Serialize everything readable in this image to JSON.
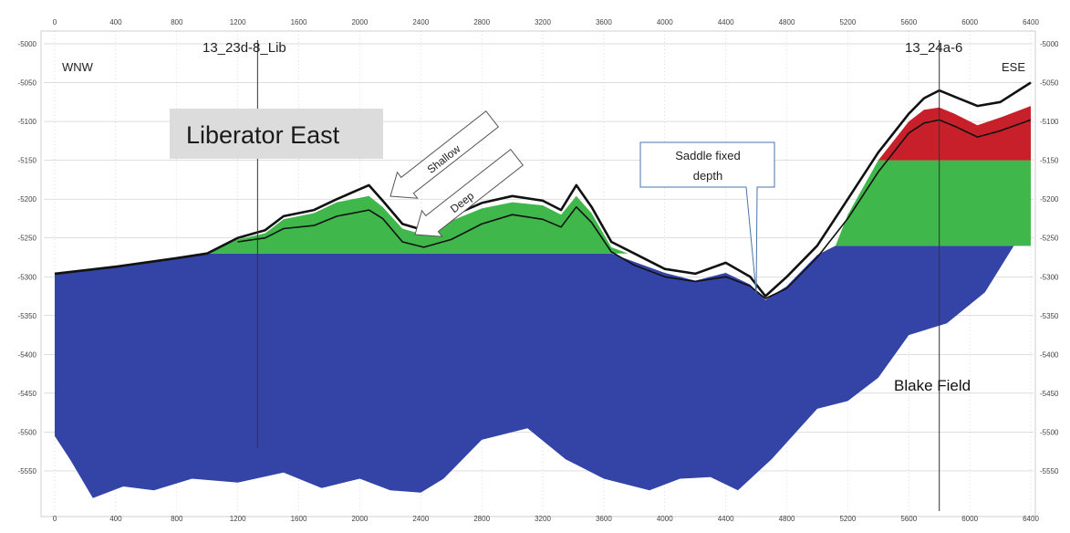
{
  "colors": {
    "background": "#ffffff",
    "frame": "#d9d9d9",
    "grid": "#bdbdbd",
    "basement": "#3343a6",
    "gas_zone": "#3fb74a",
    "oil_zone": "#c8202a",
    "horizon": "#111111",
    "label_box": "#dcdcdc",
    "callout_border": "#4a73a8"
  },
  "axes": {
    "x_ticks": [
      "0",
      "400",
      "800",
      "1200",
      "1600",
      "2000",
      "2400",
      "2800",
      "3200",
      "3600",
      "4000",
      "4400",
      "4800",
      "5200",
      "5600",
      "6000",
      "6400"
    ],
    "y_ticks": [
      "-5000",
      "-5050",
      "-5100",
      "-5150",
      "-5200",
      "-5250",
      "-5300",
      "-5350",
      "-5400",
      "-5450",
      "-5500",
      "-5550"
    ],
    "x_range": [
      0,
      6400
    ],
    "y_range": [
      -5000,
      -5590
    ],
    "grid": true
  },
  "directions": {
    "left": "WNW",
    "right": "ESE"
  },
  "wells": [
    {
      "name": "13_23d-8_Lib",
      "x": 1330
    },
    {
      "name": "13_24a-6",
      "x": 5800
    }
  ],
  "labels": {
    "field_left": "Liberator East",
    "field_right": "Blake Field",
    "shallow": "Shallow",
    "deep": "Deep",
    "saddle_line1": "Saddle fixed",
    "saddle_line2": "depth"
  },
  "profiles": {
    "top_surface": [
      [
        0,
        -5296
      ],
      [
        400,
        -5287
      ],
      [
        800,
        -5276
      ],
      [
        1000,
        -5270
      ],
      [
        1200,
        -5250
      ],
      [
        1380,
        -5240
      ],
      [
        1500,
        -5222
      ],
      [
        1700,
        -5214
      ],
      [
        1850,
        -5200
      ],
      [
        2060,
        -5182
      ],
      [
        2150,
        -5202
      ],
      [
        2280,
        -5232
      ],
      [
        2420,
        -5240
      ],
      [
        2600,
        -5222
      ],
      [
        2800,
        -5205
      ],
      [
        3000,
        -5196
      ],
      [
        3200,
        -5202
      ],
      [
        3320,
        -5214
      ],
      [
        3420,
        -5182
      ],
      [
        3520,
        -5210
      ],
      [
        3650,
        -5255
      ],
      [
        3800,
        -5270
      ],
      [
        4000,
        -5290
      ],
      [
        4200,
        -5296
      ],
      [
        4400,
        -5282
      ],
      [
        4560,
        -5300
      ],
      [
        4660,
        -5325
      ],
      [
        4800,
        -5300
      ],
      [
        5000,
        -5260
      ],
      [
        5200,
        -5200
      ],
      [
        5400,
        -5140
      ],
      [
        5600,
        -5090
      ],
      [
        5700,
        -5070
      ],
      [
        5800,
        -5060
      ],
      [
        5900,
        -5068
      ],
      [
        6050,
        -5080
      ],
      [
        6200,
        -5075
      ],
      [
        6400,
        -5050
      ]
    ],
    "deep_horizon": [
      [
        1200,
        -5255
      ],
      [
        1380,
        -5250
      ],
      [
        1500,
        -5238
      ],
      [
        1700,
        -5234
      ],
      [
        1850,
        -5222
      ],
      [
        2060,
        -5214
      ],
      [
        2150,
        -5225
      ],
      [
        2280,
        -5255
      ],
      [
        2420,
        -5262
      ],
      [
        2600,
        -5252
      ],
      [
        2800,
        -5232
      ],
      [
        3000,
        -5220
      ],
      [
        3200,
        -5226
      ],
      [
        3320,
        -5236
      ],
      [
        3420,
        -5210
      ],
      [
        3520,
        -5230
      ],
      [
        3650,
        -5268
      ],
      [
        3800,
        -5285
      ],
      [
        4000,
        -5300
      ],
      [
        4200,
        -5306
      ],
      [
        4400,
        -5300
      ],
      [
        4560,
        -5312
      ],
      [
        4660,
        -5328
      ],
      [
        4800,
        -5315
      ],
      [
        5000,
        -5275
      ],
      [
        5200,
        -5225
      ],
      [
        5400,
        -5165
      ],
      [
        5600,
        -5115
      ],
      [
        5700,
        -5102
      ],
      [
        5800,
        -5098
      ],
      [
        5900,
        -5106
      ],
      [
        6050,
        -5120
      ],
      [
        6200,
        -5112
      ],
      [
        6400,
        -5098
      ]
    ],
    "basement_bottom": [
      [
        0,
        -5505
      ],
      [
        100,
        -5535
      ],
      [
        250,
        -5585
      ],
      [
        450,
        -5570
      ],
      [
        650,
        -5575
      ],
      [
        900,
        -5560
      ],
      [
        1200,
        -5565
      ],
      [
        1500,
        -5552
      ],
      [
        1750,
        -5572
      ],
      [
        2000,
        -5560
      ],
      [
        2200,
        -5575
      ],
      [
        2400,
        -5578
      ],
      [
        2550,
        -5560
      ],
      [
        2800,
        -5510
      ],
      [
        3100,
        -5495
      ],
      [
        3350,
        -5535
      ],
      [
        3600,
        -5560
      ],
      [
        3900,
        -5575
      ],
      [
        4100,
        -5560
      ],
      [
        4300,
        -5558
      ],
      [
        4480,
        -5575
      ],
      [
        4700,
        -5535
      ],
      [
        5000,
        -5470
      ],
      [
        5200,
        -5460
      ],
      [
        5400,
        -5430
      ],
      [
        5600,
        -5375
      ],
      [
        5850,
        -5360
      ],
      [
        6100,
        -5320
      ],
      [
        6400,
        -5225
      ]
    ],
    "basement_top_east": [
      [
        3650,
        -5270
      ],
      [
        4000,
        -5295
      ],
      [
        4200,
        -5305
      ],
      [
        4400,
        -5295
      ],
      [
        4560,
        -5310
      ],
      [
        4660,
        -5330
      ],
      [
        4800,
        -5312
      ],
      [
        5000,
        -5272
      ],
      [
        5120,
        -5260
      ],
      [
        6400,
        -5260
      ]
    ],
    "gas_top": [
      [
        1000,
        -5270
      ],
      [
        1200,
        -5252
      ],
      [
        1380,
        -5244
      ],
      [
        1500,
        -5226
      ],
      [
        1700,
        -5218
      ],
      [
        1850,
        -5204
      ],
      [
        2060,
        -5196
      ],
      [
        2150,
        -5210
      ],
      [
        2280,
        -5238
      ],
      [
        2420,
        -5246
      ],
      [
        2600,
        -5228
      ],
      [
        2800,
        -5212
      ],
      [
        3000,
        -5204
      ],
      [
        3200,
        -5208
      ],
      [
        3320,
        -5220
      ],
      [
        3420,
        -5196
      ],
      [
        3520,
        -5218
      ],
      [
        3650,
        -5262
      ],
      [
        3760,
        -5270
      ],
      [
        5120,
        -5260
      ],
      [
        5200,
        -5220
      ],
      [
        5400,
        -5150
      ],
      [
        6400,
        -5150
      ]
    ],
    "oil_top": [
      [
        5400,
        -5150
      ],
      [
        5600,
        -5100
      ],
      [
        5700,
        -5085
      ],
      [
        5800,
        -5082
      ],
      [
        5900,
        -5090
      ],
      [
        6050,
        -5105
      ],
      [
        6200,
        -5095
      ],
      [
        6400,
        -5080
      ]
    ]
  }
}
